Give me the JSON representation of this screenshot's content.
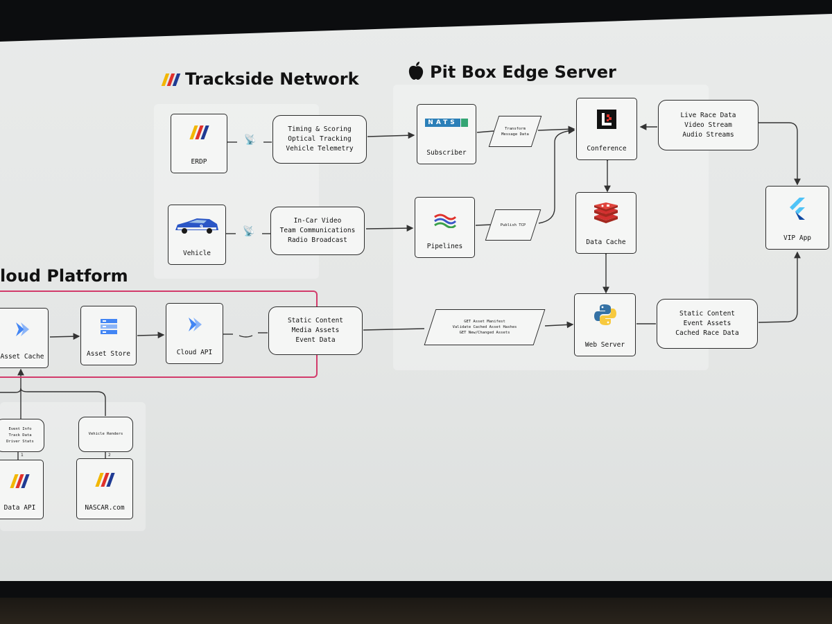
{
  "titles": {
    "trackside": "Trackside Network",
    "pitbox": "Pit Box Edge Server",
    "cloud": "loud Platform"
  },
  "nodes": {
    "erdp": "ERDP",
    "vehicle": "Vehicle",
    "subscriber": "Subscriber",
    "pipelines": "Pipelines",
    "conference": "Conference",
    "data_cache": "Data Cache",
    "web_server": "Web Server",
    "vip_app": "VIP App",
    "asset_cache": "Asset Cache",
    "asset_store": "Asset Store",
    "cloud_api": "Cloud API",
    "data_api": "Data API",
    "nascar_com": "NASCAR.com"
  },
  "data_boxes": {
    "timing": [
      "Timing & Scoring",
      "Optical Tracking",
      "Vehicle Telemetry"
    ],
    "incar": [
      "In-Car Video",
      "Team Communications",
      "Radio Broadcast"
    ],
    "live": [
      "Live Race Data",
      "Video Stream",
      "Audio Streams"
    ],
    "static_cloud": [
      "Static Content",
      "Media Assets",
      "Event Data"
    ],
    "static_web": [
      "Static Content",
      "Event Assets",
      "Cached Race Data"
    ],
    "event_info": [
      "Event Info",
      "Track Data",
      "Driver Stats"
    ],
    "vehicle_renders": [
      "Vehicle Renders"
    ]
  },
  "parallelograms": {
    "transform": [
      "Transform",
      "Message Data"
    ],
    "publish": [
      "Publish TCP"
    ],
    "manifest": [
      "GET Asset Manifest",
      "Validate Cached Asset Hashes",
      "GET New/Changed Assets"
    ]
  },
  "edge_labels": {
    "data_api_num": "1",
    "nascar_num": "2"
  },
  "logos": {
    "nats": "NATS",
    "antenna_glyph": "📡",
    "vehicle_number": "9"
  },
  "colors": {
    "cloud_border": "#d23a6a",
    "stripe_yellow": "#f2b705",
    "stripe_red": "#e0312b",
    "stripe_blue": "#1f3a93",
    "python_blue": "#3572a5",
    "python_yellow": "#f7c93e",
    "redis_red": "#d3302f",
    "flutter_blue": "#4fc3f7"
  }
}
